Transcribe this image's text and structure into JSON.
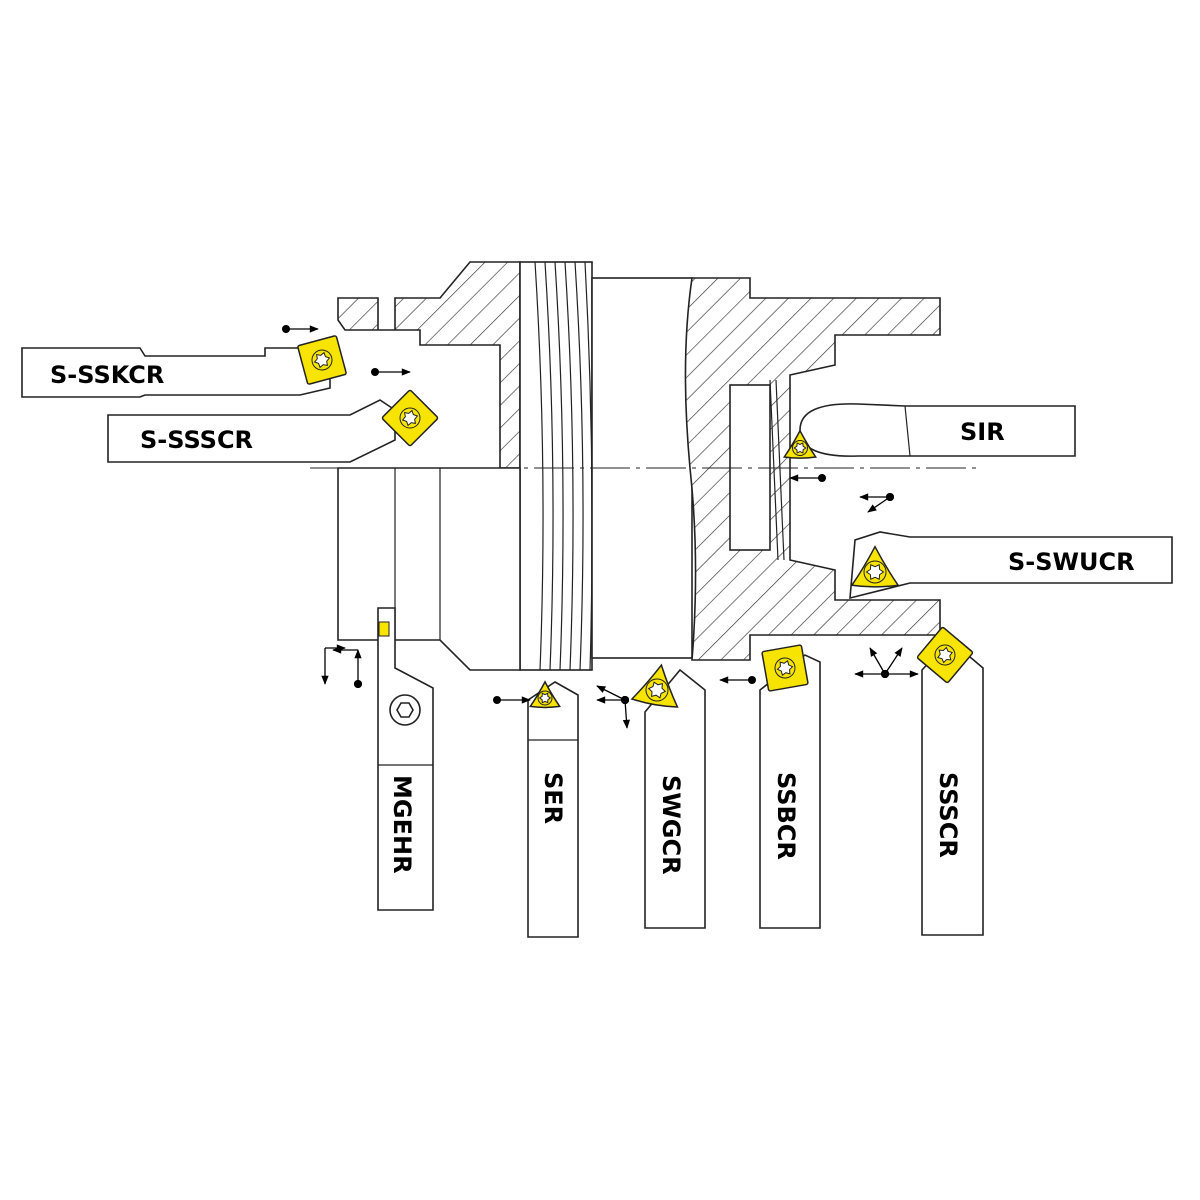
{
  "diagram": {
    "tools": [
      {
        "id": "s-sskcr",
        "label": "S-SSKCR"
      },
      {
        "id": "s-ssscr",
        "label": "S-SSSCR"
      },
      {
        "id": "sir",
        "label": "SIR"
      },
      {
        "id": "s-swucr",
        "label": "S-SWUCR"
      },
      {
        "id": "mgehr",
        "label": "MGEHR"
      },
      {
        "id": "ser",
        "label": "SER"
      },
      {
        "id": "swgcr",
        "label": "SWGCR"
      },
      {
        "id": "ssbcr",
        "label": "SSBCR"
      },
      {
        "id": "ssscr",
        "label": "SSSCR"
      }
    ],
    "colors": {
      "insert": "#f7e400",
      "line": "#222222",
      "background": "#ffffff"
    }
  }
}
